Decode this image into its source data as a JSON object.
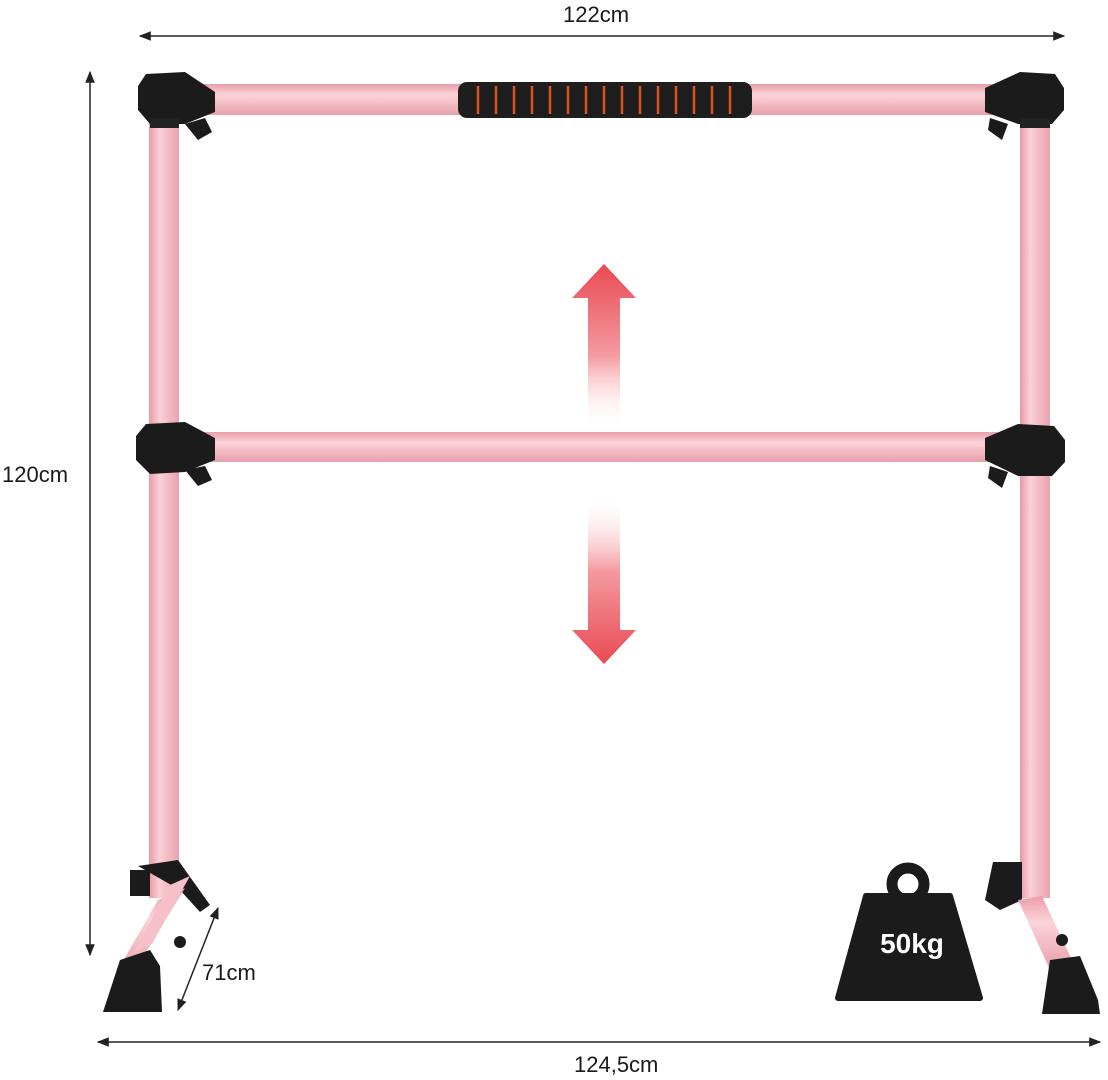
{
  "dimensions": {
    "top_width": "122cm",
    "height": "120cm",
    "base_depth": "71cm",
    "bottom_width": "124,5cm"
  },
  "weight_badge": {
    "label": "50kg",
    "icon": "weight-icon"
  },
  "colors": {
    "frame_pink": "#f7b9c2",
    "fitting_black": "#1b1b1b",
    "grip_black": "#1e1e1e",
    "grip_stripe": "#d9531e",
    "arrow_red": "#e94a52",
    "dimension_line": "#222222"
  },
  "icons": [
    "height-adjust-arrow-icon",
    "weight-icon"
  ]
}
